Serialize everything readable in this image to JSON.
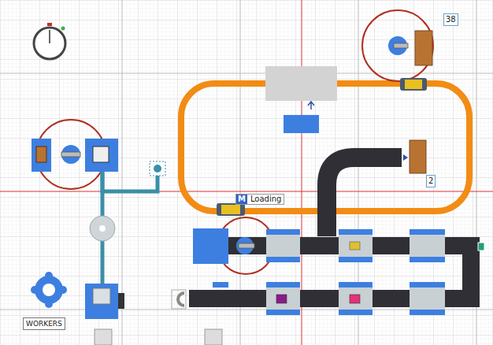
{
  "diagram": {
    "nodes": [
      {
        "text": [
          "38"
        ]
      },
      {
        "text": [
          "2"
        ]
      },
      {
        "text": [
          "M",
          "Loading"
        ]
      },
      {
        "text": [
          "WORKERS"
        ]
      }
    ]
  }
}
